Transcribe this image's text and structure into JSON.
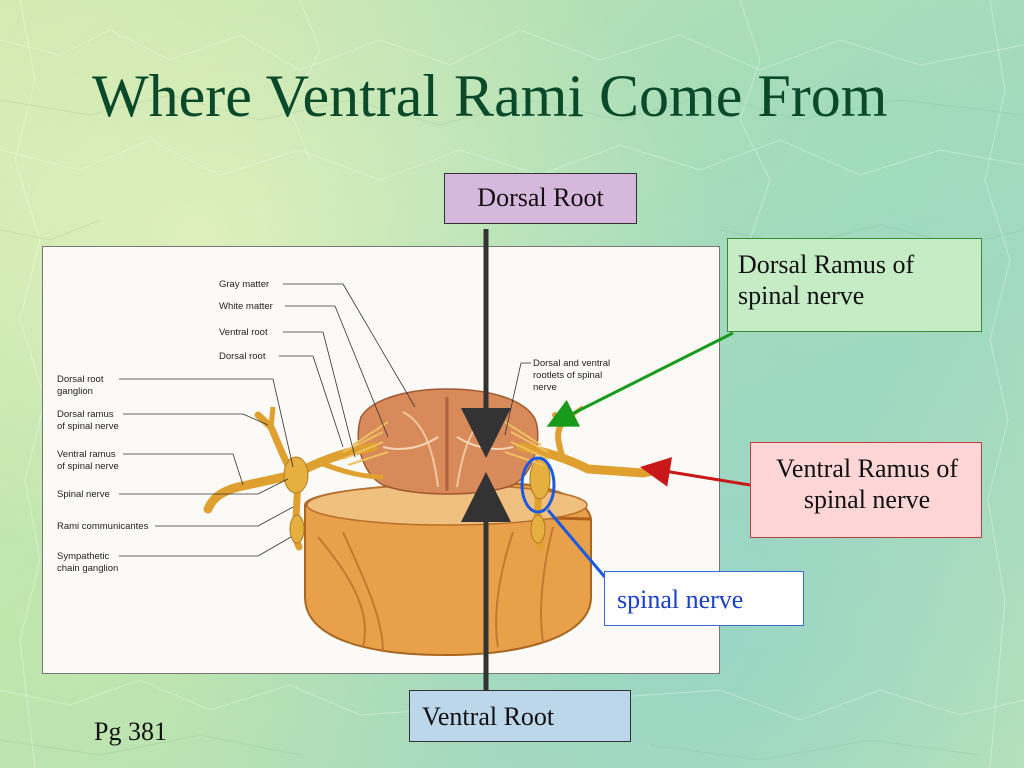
{
  "slide": {
    "title": "Where Ventral Rami Come From",
    "page": "Pg 381"
  },
  "callouts": {
    "dorsal_root": "Dorsal Root",
    "ventral_root": "Ventral Root",
    "dorsal_ramus": "Dorsal Ramus of spinal nerve",
    "ventral_ramus": "Ventral Ramus of spinal nerve",
    "spinal_nerve": "spinal nerve"
  },
  "figure_labels": {
    "gray_matter": "Gray matter",
    "white_matter": "White matter",
    "ventral_root": "Ventral root",
    "dorsal_root": "Dorsal root",
    "dorsal_root_ganglion_1": "Dorsal root",
    "dorsal_root_ganglion_2": "ganglion",
    "dorsal_ramus_1": "Dorsal ramus",
    "dorsal_ramus_2": "of spinal nerve",
    "ventral_ramus_1": "Ventral ramus",
    "ventral_ramus_2": "of spinal nerve",
    "spinal_nerve": "Spinal nerve",
    "rami_communicantes": "Rami communicantes",
    "sympathetic_1": "Sympathetic",
    "sympathetic_2": "chain ganglion",
    "rootlets_1": "Dorsal and ventral",
    "rootlets_2": "rootlets of spinal",
    "rootlets_3": "nerve"
  },
  "colors": {
    "title": "#0a4a2a",
    "dorsal_root_box": "#d6b8dc",
    "ventral_root_box": "#bcd6ea",
    "dorsal_ramus_box": "#c6ecc6",
    "ventral_ramus_box": "#ffd6d6",
    "spinal_nerve_box": "#ffffff",
    "arrow_green": "#1a9a1a",
    "arrow_red": "#c81818",
    "arrow_blue": "#1a5ae0",
    "arrow_black": "#333333"
  }
}
